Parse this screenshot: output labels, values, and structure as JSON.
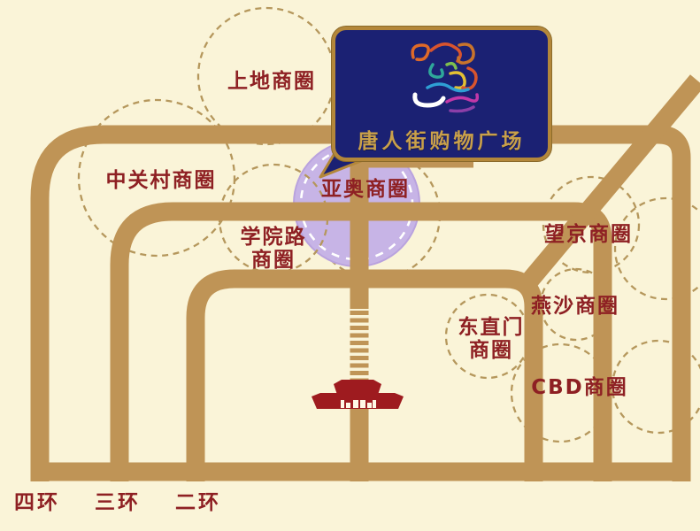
{
  "callout": {
    "title": "唐人街购物广场",
    "logo": "dragon-swirl-logo"
  },
  "districts": [
    {
      "name": "shangdi",
      "label": "上地商圈"
    },
    {
      "name": "zhongguancun",
      "label": "中关村商圈"
    },
    {
      "name": "xueyuanlu",
      "line1": "学院路",
      "line2": "商圈"
    },
    {
      "name": "yaao",
      "label": "亚奥商圈",
      "highlighted": true
    },
    {
      "name": "wangjing",
      "label": "望京商圈"
    },
    {
      "name": "yansha",
      "label": "燕沙商圈"
    },
    {
      "name": "dongzhimen",
      "line1": "东直门",
      "line2": "商圈"
    },
    {
      "name": "cbd",
      "label": "CBD商圈"
    }
  ],
  "ring_roads": [
    {
      "name": "fourth-ring",
      "label": "四环"
    },
    {
      "name": "third-ring",
      "label": "三环"
    },
    {
      "name": "second-ring",
      "label": "二环"
    }
  ],
  "colors": {
    "background": "#FAF4D8",
    "road": "#BF9456",
    "dashed_circle": "#B5975C",
    "district_text": "#8E2023",
    "highlight_circle_fill": "#C7B4E6",
    "callout_bg": "#1B2173",
    "callout_border": "#B3873A",
    "callout_title": "#C9A04A",
    "building": "#9E1B1F"
  }
}
